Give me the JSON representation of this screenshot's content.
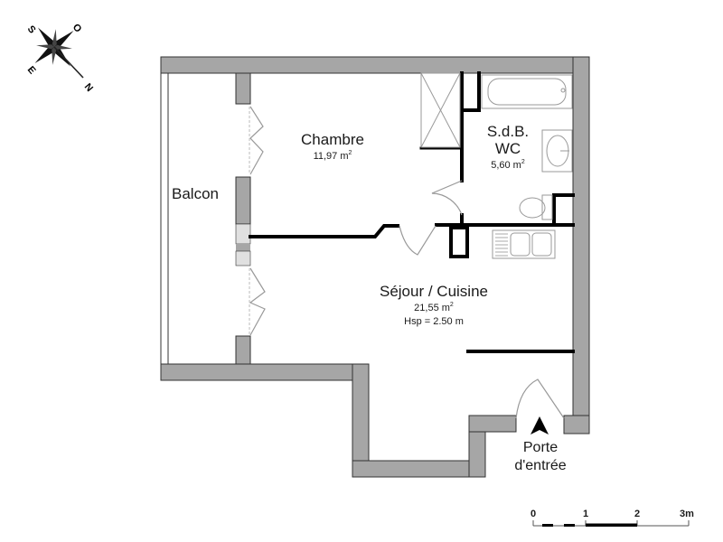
{
  "compass": {
    "letters": {
      "south": "S",
      "west": "O",
      "east": "E",
      "north": "N"
    }
  },
  "rooms": {
    "balcon": {
      "name": "Balcon"
    },
    "chambre": {
      "name": "Chambre",
      "area_value": "11,97 m",
      "area_unit_sup": "2"
    },
    "sdb": {
      "name_line1": "S.d.B.",
      "name_line2": "WC",
      "area_value": "5,60 m",
      "area_unit_sup": "2"
    },
    "sejour": {
      "name": "Séjour / Cuisine",
      "area_value": "21,55 m",
      "area_unit_sup": "2",
      "height": "Hsp = 2.50 m"
    }
  },
  "entrance": {
    "line1": "Porte",
    "line2": "d'entrée",
    "icon": "arrow-up-icon"
  },
  "scale_bar": {
    "ticks": [
      "0",
      "1",
      "2",
      "3m"
    ]
  },
  "colors": {
    "wall_fill": "#a6a6a6",
    "wall_stroke": "#333333",
    "partition": "#000000",
    "fixture": "#9a9a9a",
    "background": "#ffffff"
  }
}
